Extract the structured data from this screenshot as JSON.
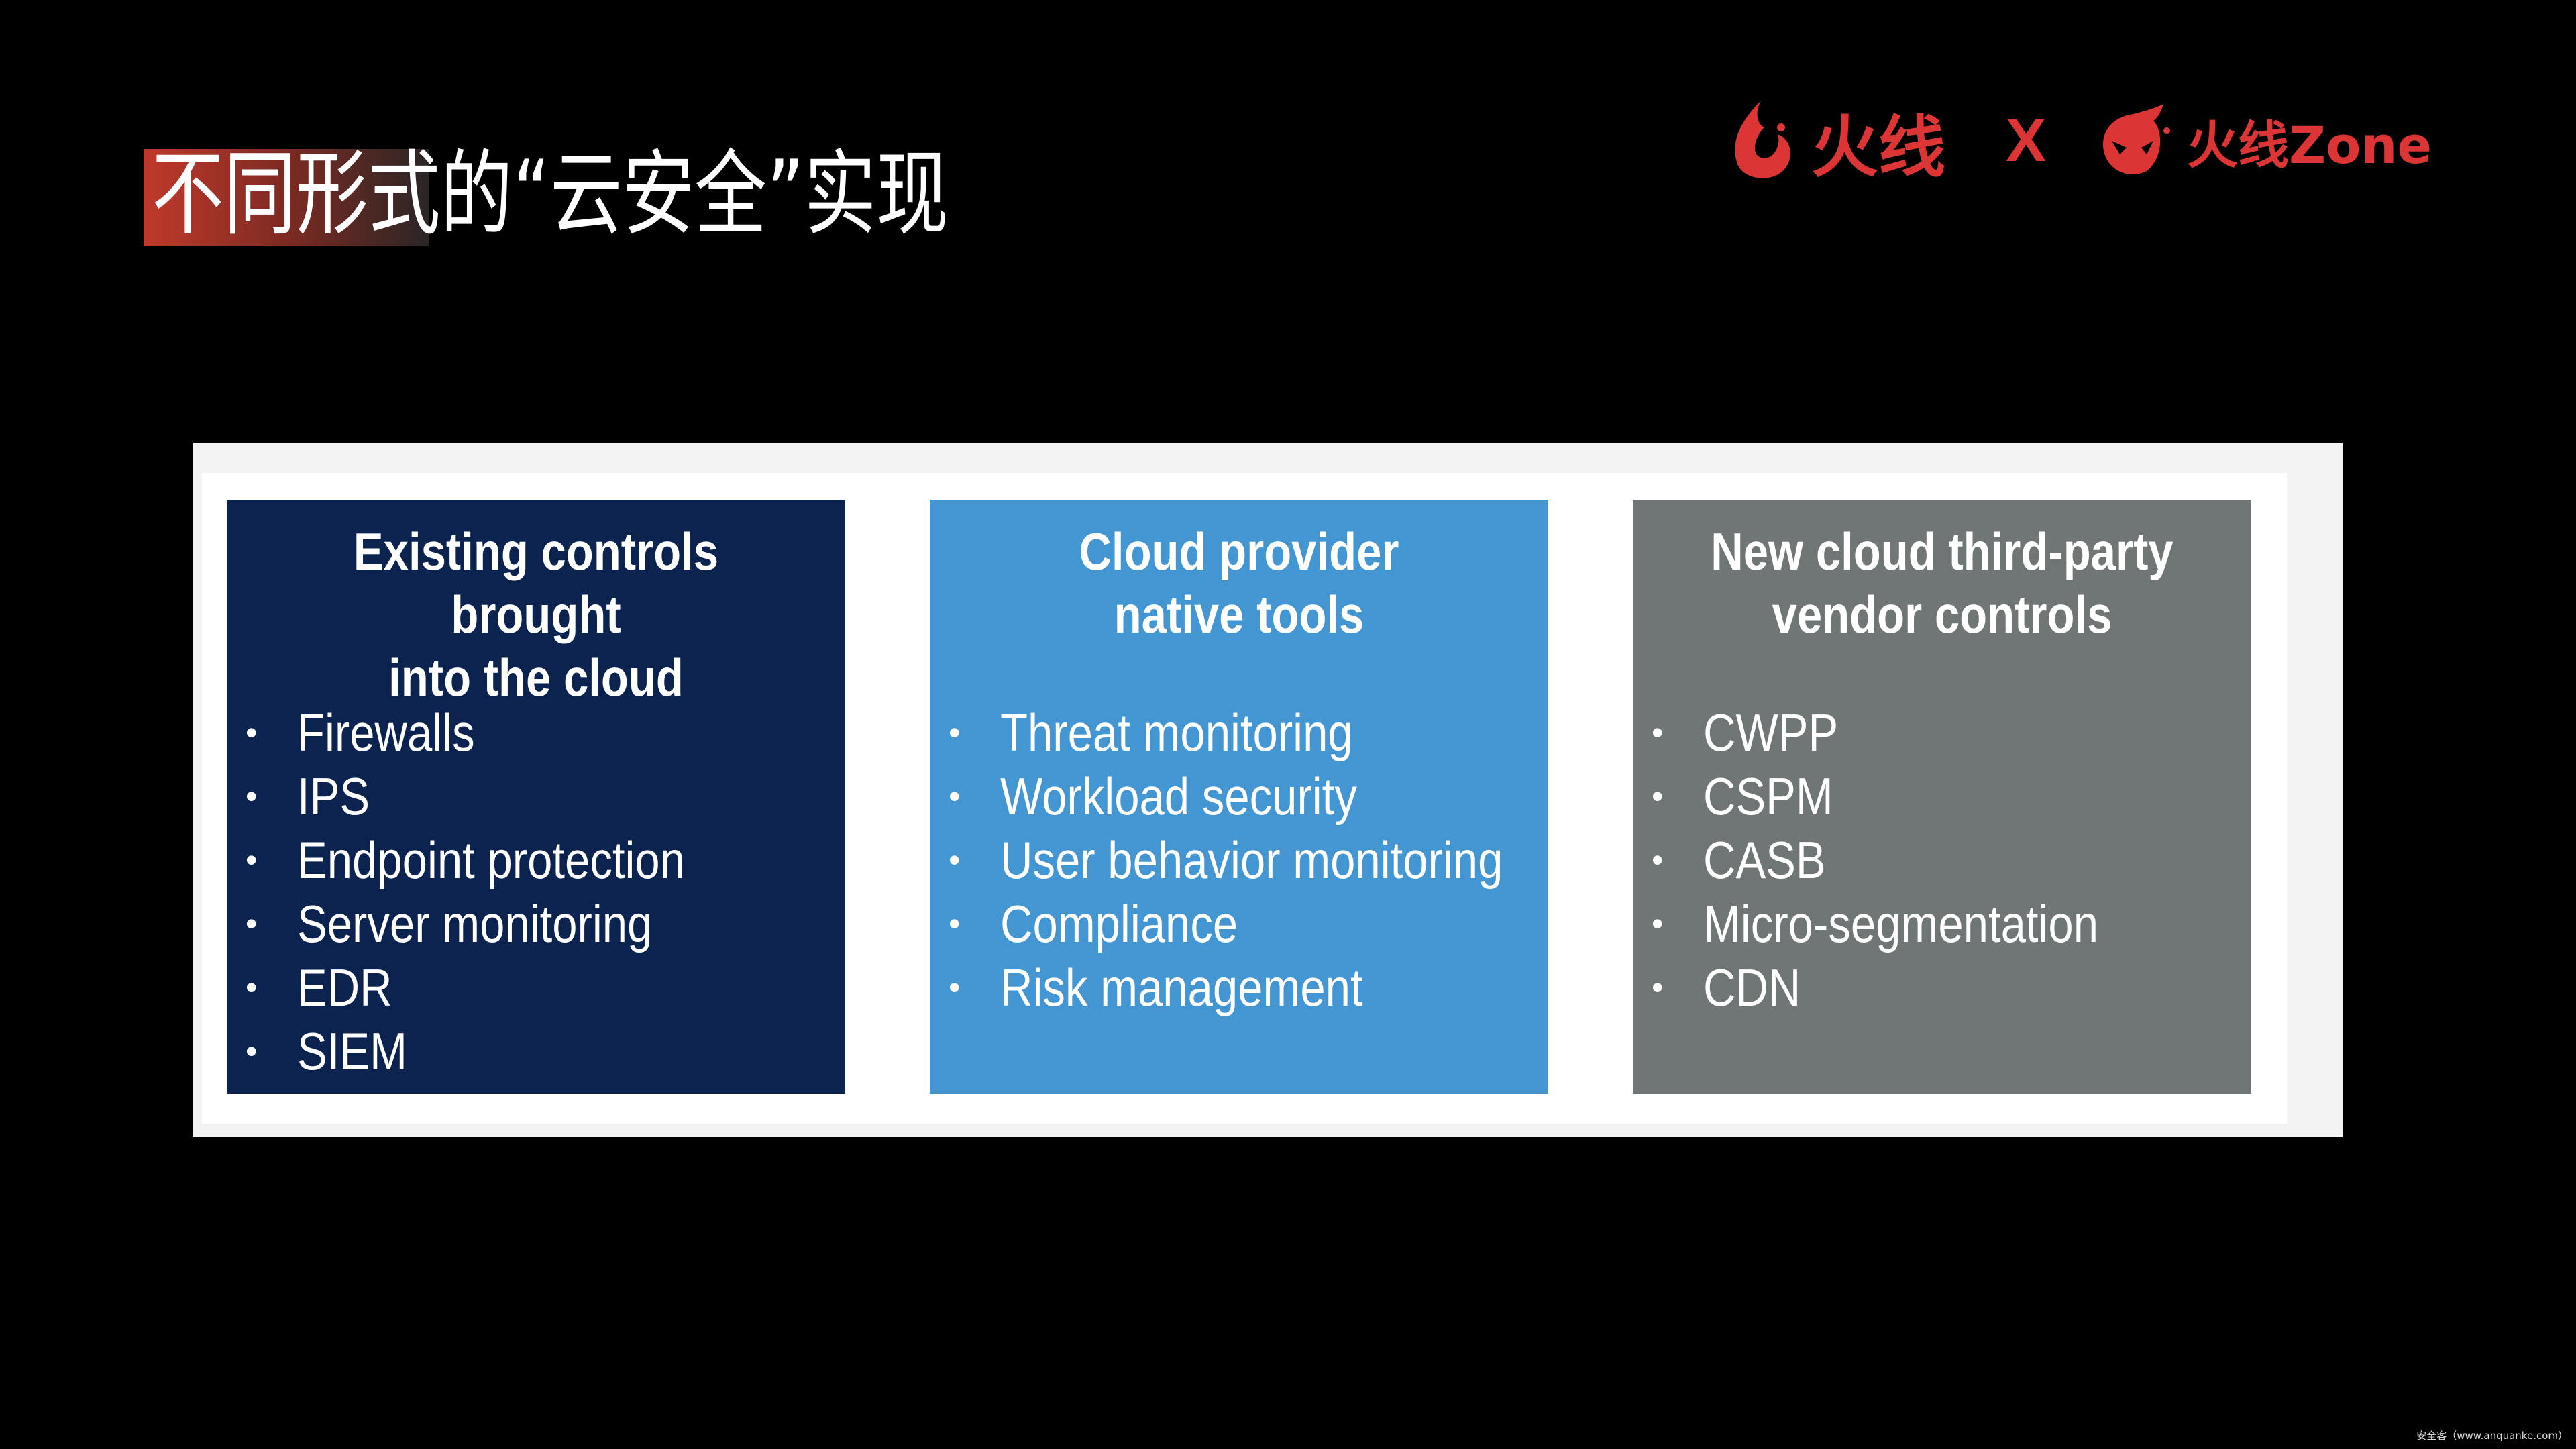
{
  "slide": {
    "title": "不同形式的“云安全”实现",
    "logos": {
      "brand1": "火线",
      "separator": "X",
      "brand2": "火线Zone"
    },
    "watermark": "安全客（www.anquanke.com）"
  },
  "columns": [
    {
      "title_line1": "Existing controls brought",
      "title_line2": "into the cloud",
      "color": "#0c2350",
      "items": [
        "Firewalls",
        "IPS",
        "Endpoint protection",
        "Server monitoring",
        "EDR",
        "SIEM"
      ]
    },
    {
      "title_line1": "Cloud provider",
      "title_line2": "native tools",
      "color": "#4396d2",
      "items": [
        "Threat monitoring",
        "Workload security",
        "User behavior monitoring",
        "Compliance",
        "Risk management"
      ]
    },
    {
      "title_line1": "New cloud third-party",
      "title_line2": "vendor controls",
      "color": "#6f7675",
      "items": [
        "CWPP",
        "CSPM",
        "CASB",
        "Micro-segmentation",
        "CDN"
      ]
    }
  ]
}
